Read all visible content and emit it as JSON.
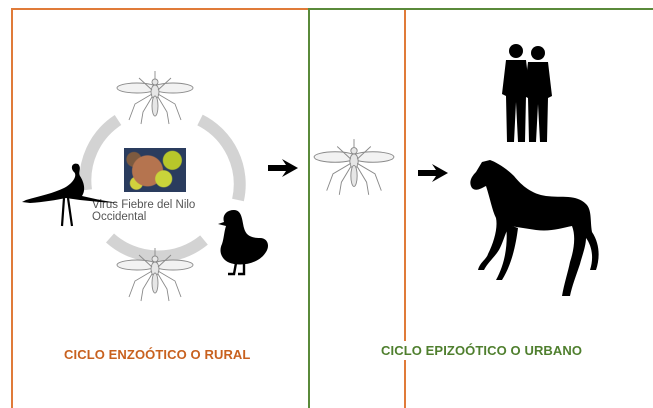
{
  "panels": {
    "rural": {
      "title": "CICLO ENZOÓTICO O RURAL",
      "border_color": "#e07b39"
    },
    "urban": {
      "title": "CICLO EPIZOÓTICO O URBANO",
      "border_color": "#5a8a3a"
    }
  },
  "virus": {
    "label": "Virus Fiebre del Nilo\nOccidental"
  },
  "icons": [
    "mosquito-icon",
    "heron-icon",
    "duck-icon",
    "arrow-right-icon",
    "humans-icon",
    "horse-icon"
  ]
}
